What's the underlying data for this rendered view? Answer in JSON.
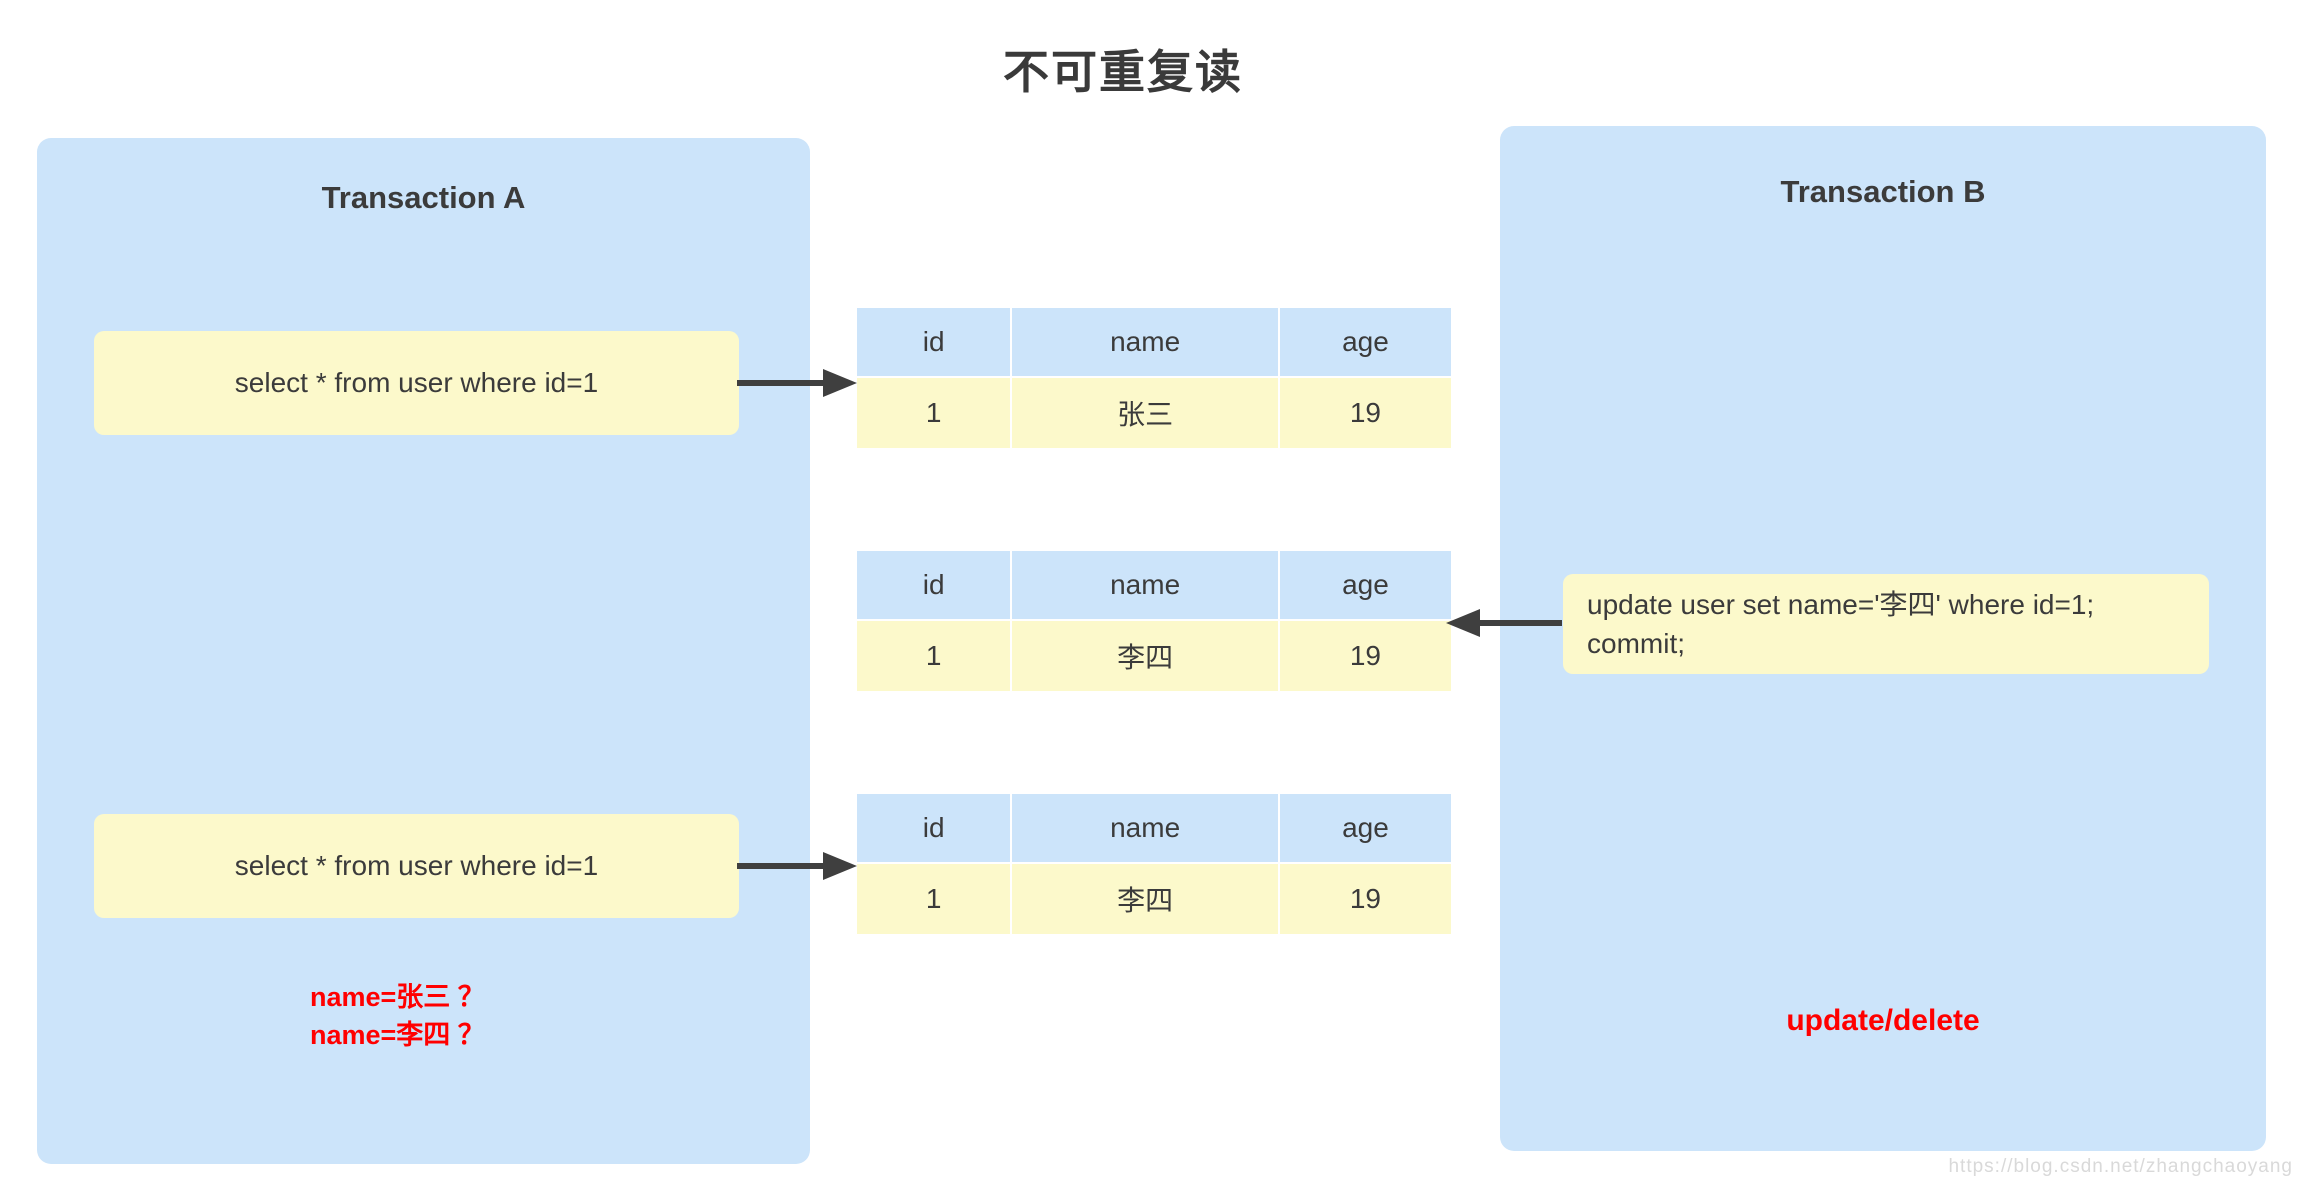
{
  "page_title": "不可重复读",
  "colors": {
    "panel_blue": "#cce4fa",
    "box_yellow": "#fcf9cb",
    "text_dark": "#3b3b3b",
    "alert_red": "#ff0000",
    "arrow_dark": "#3f3f3f",
    "watermark_gray": "#d9d9d9"
  },
  "transaction_a": {
    "title": "Transaction A",
    "query_1": "select * from user where id=1",
    "query_2": "select * from user where id=1",
    "question_1": "name=张三 ？",
    "question_2": "name=李四 ？"
  },
  "transaction_b": {
    "title": "Transaction B",
    "update_line_1": "update user set name='李四' where id=1;",
    "update_line_2": "commit;",
    "note": "update/delete"
  },
  "tables": [
    {
      "headers": [
        "id",
        "name",
        "age"
      ],
      "rows": [
        [
          "1",
          "张三",
          "19"
        ]
      ]
    },
    {
      "headers": [
        "id",
        "name",
        "age"
      ],
      "rows": [
        [
          "1",
          "李四",
          "19"
        ]
      ]
    },
    {
      "headers": [
        "id",
        "name",
        "age"
      ],
      "rows": [
        [
          "1",
          "李四",
          "19"
        ]
      ]
    }
  ],
  "watermark": "https://blog.csdn.net/zhangchaoyang"
}
